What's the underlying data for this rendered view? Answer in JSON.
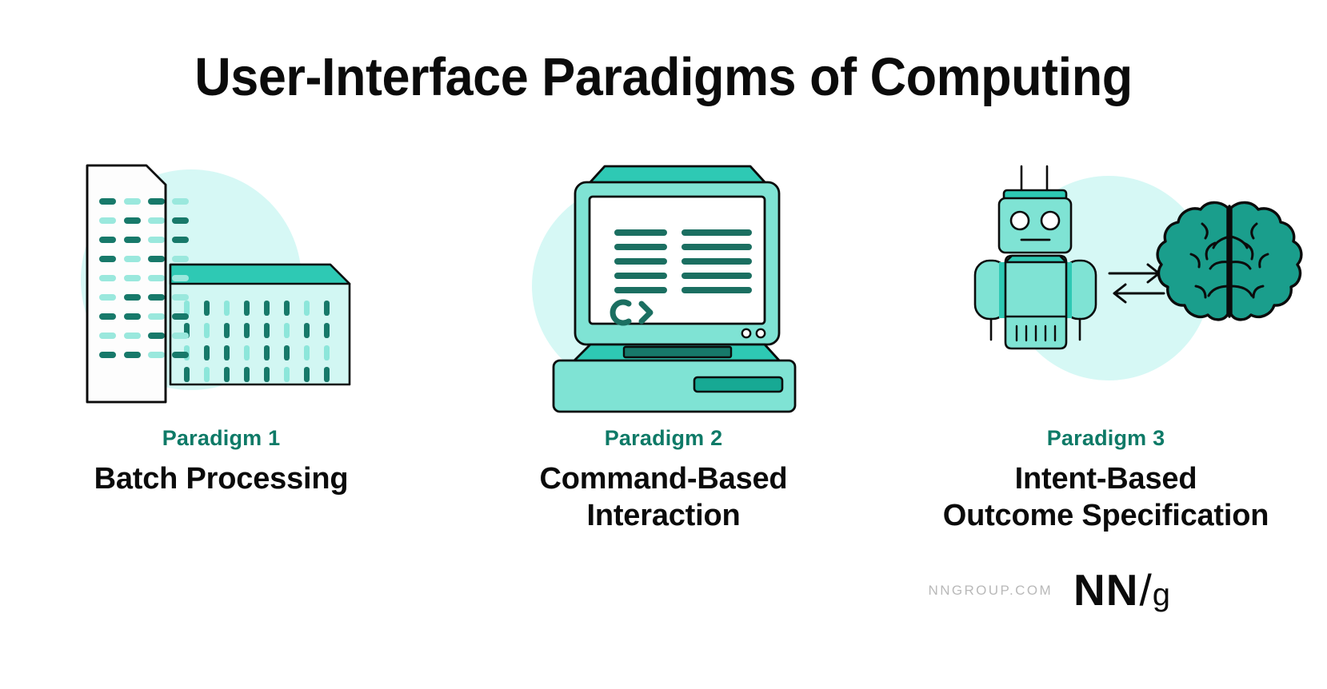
{
  "page": {
    "title": "User-Interface Paradigms of Computing",
    "background_color": "#ffffff"
  },
  "palette": {
    "accent_teal": "#0e7a67",
    "mid_teal": "#3ad1bd",
    "light_teal": "#8ce6da",
    "pale_teal": "#d2f7f3",
    "circle_teal": "#d6f8f5",
    "dark_teal": "#17796a",
    "brain_teal": "#1a9e8c",
    "outline": "#0b0b0b",
    "white": "#ffffff",
    "footer_gray": "#b9b9b9"
  },
  "columns": [
    {
      "kicker": "Paradigm 1",
      "name": "Batch Processing",
      "illustration": "punch-cards-illustration"
    },
    {
      "kicker": "Paradigm 2",
      "name": "Command-Based\nInteraction",
      "illustration": "vintage-computer-illustration",
      "screen_prompt": "C ›"
    },
    {
      "kicker": "Paradigm 3",
      "name": "Intent-Based\nOutcome Specification",
      "illustration": "robot-brain-illustration"
    }
  ],
  "footer": {
    "url": "NNGROUP.COM",
    "logo_nn": "NN",
    "logo_slash": "/",
    "logo_g": "g"
  }
}
